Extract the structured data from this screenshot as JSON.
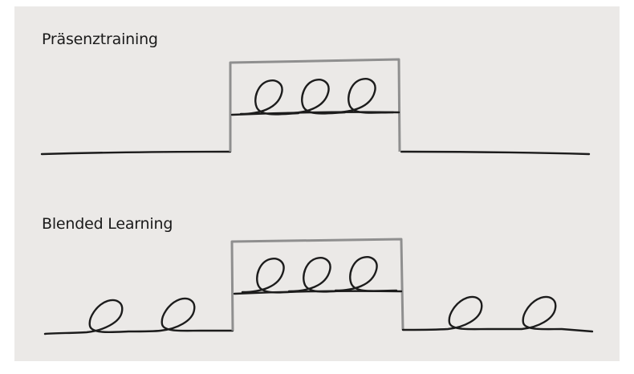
{
  "diagram": {
    "row1_label": "Präsenztraining",
    "row2_label": "Blended Learning",
    "colors": {
      "background": "#ebe9e7",
      "line": "#1c1c1c",
      "box": "#8f8f8f"
    },
    "rows": [
      {
        "loops_before_box": 0,
        "loops_in_box": 3,
        "loops_after_box": 0
      },
      {
        "loops_before_box": 2,
        "loops_in_box": 3,
        "loops_after_box": 2
      }
    ]
  }
}
